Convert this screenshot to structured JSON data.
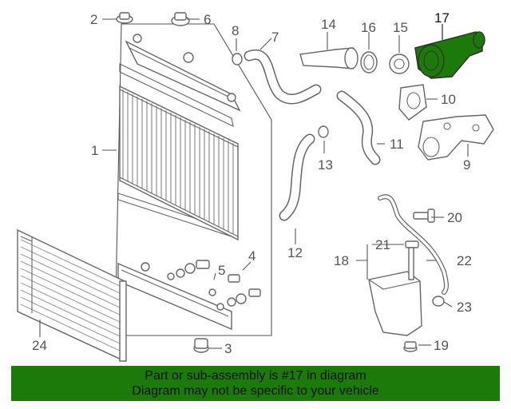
{
  "callouts": [
    "1",
    "2",
    "3",
    "4",
    "5",
    "6",
    "7",
    "8",
    "9",
    "10",
    "11",
    "12",
    "13",
    "14",
    "15",
    "16",
    "17",
    "18",
    "19",
    "20",
    "21",
    "22",
    "23",
    "24"
  ],
  "highlight": {
    "part": "17",
    "color": "#1c7a0a"
  },
  "footer": {
    "line1": "Part or sub-assembly is #17 in diagram",
    "line2": "Diagram may not be specific to your vehicle",
    "background": "#1c7a0a"
  }
}
